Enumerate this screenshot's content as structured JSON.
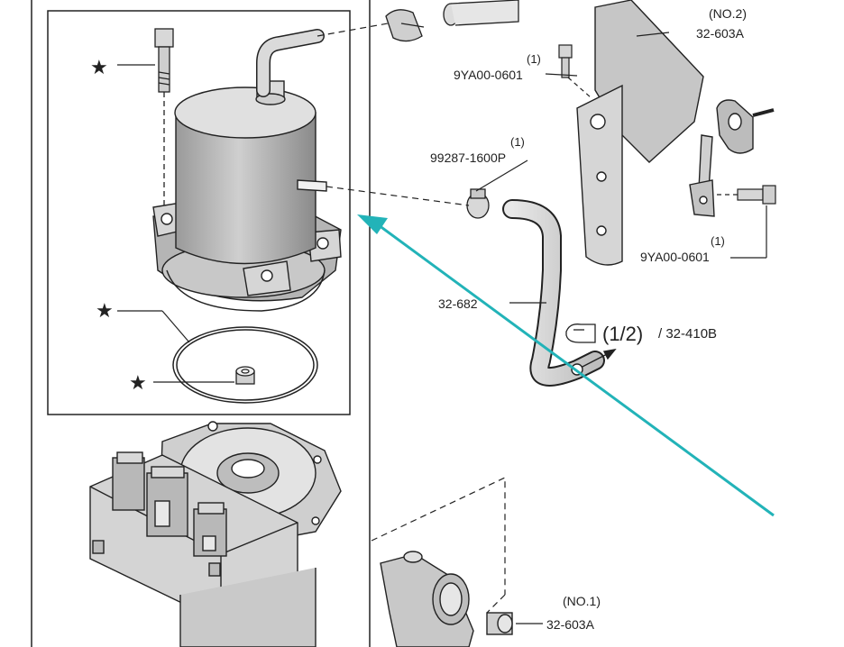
{
  "labels": {
    "no2_tag": "(NO.2)",
    "bracket_no2": "32-603A",
    "bolt_top_qty": "(1)",
    "bolt_top_part": "9YA00-0601",
    "clamp_qty": "(1)",
    "clamp_part": "99287-1600P",
    "bolt_right_qty": "(1)",
    "bolt_right_part": "9YA00-0601",
    "hose_part": "32-682",
    "hose_ref_fraction": "(1/2)",
    "hose_ref_part": "/ 32-410B",
    "no1_tag": "(NO.1)",
    "bracket_no1": "32-603A"
  },
  "markers": {
    "star_bolt": "★",
    "star_seal_ring": "★",
    "star_nut": "★"
  },
  "colors": {
    "line": "#222222",
    "pointer_arrow": "#22b3b8",
    "background": "#ffffff"
  },
  "icons": {
    "hand_pointer": "hand-pointer-icon",
    "direction_arrow": "arrow-icon"
  }
}
